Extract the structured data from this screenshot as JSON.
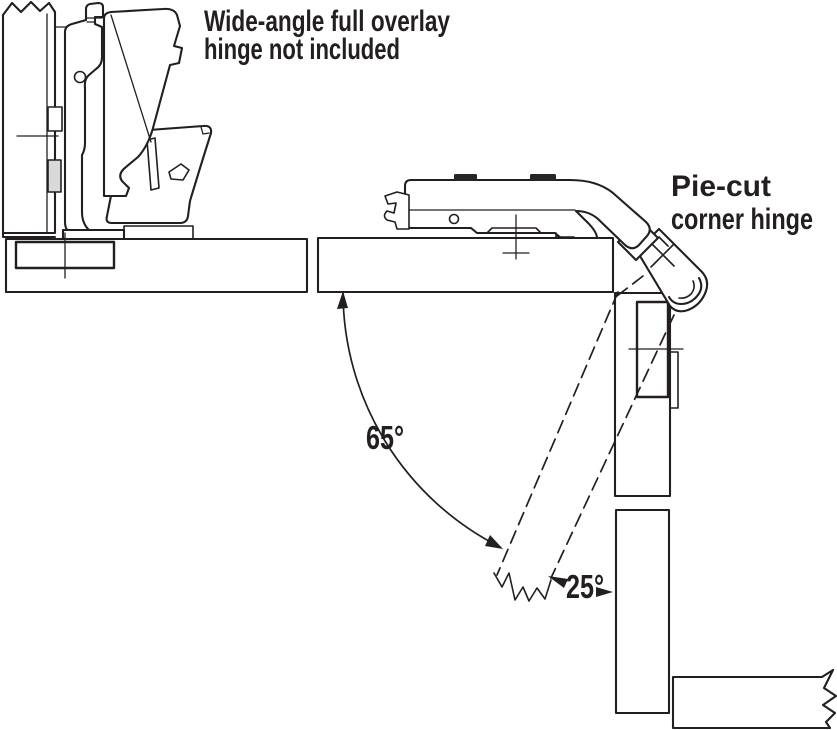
{
  "labels": {
    "wide_angle_note_line1": "Wide-angle full overlay",
    "wide_angle_note_line2": "hinge not included",
    "pie_cut_label_line1": "Pie-cut",
    "pie_cut_label_line2": "corner hinge",
    "open_angle": "65°",
    "closed_angle": "25°"
  },
  "colors": {
    "line": "#231f20",
    "background": "#ffffff",
    "hardware_fill": "#ffffff",
    "dark_detail": "#262626",
    "gray_detail": "#d9d9d9"
  }
}
